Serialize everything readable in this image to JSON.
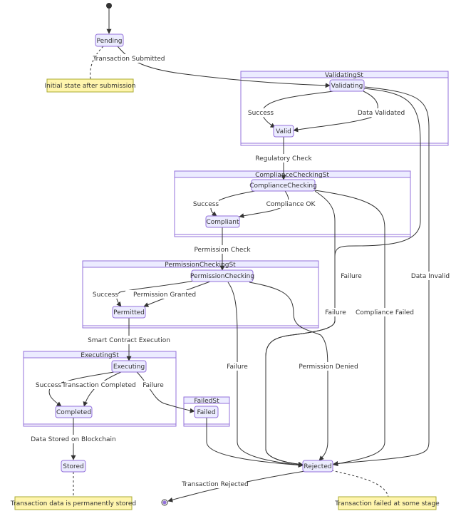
{
  "clusters": {
    "validating": "ValidatingSt",
    "compliance": "ComplianceCheckingSt",
    "permission": "PermissionCheckingSt",
    "executing": "ExecutingSt",
    "failed": "FailedSt"
  },
  "nodes": {
    "pending": "Pending",
    "validating": "Validating",
    "valid": "Valid",
    "compliance_checking": "ComplianceChecking",
    "compliant": "Compliant",
    "permission_checking": "PermissionChecking",
    "permitted": "Permitted",
    "executing": "Executing",
    "completed": "Completed",
    "failed": "Failed",
    "stored": "Stored",
    "rejected": "Rejected"
  },
  "edges": {
    "transaction_submitted": "Transaction Submitted",
    "success_1": "Success",
    "data_validated": "Data Validated",
    "regulatory_check": "Regulatory Check",
    "success_2": "Success",
    "compliance_ok": "Compliance OK",
    "permission_check": "Permission Check",
    "success_3": "Success",
    "permission_granted": "Permission Granted",
    "smart_contract_execution": "Smart Contract Execution",
    "success_4": "Success",
    "transaction_completed": "Transaction Completed",
    "failure_exec": "Failure",
    "data_stored": "Data Stored on Blockchain",
    "failure_1": "Failure",
    "data_invalid": "Data Invalid",
    "failure_2": "Failure",
    "compliance_failed": "Compliance Failed",
    "failure_3": "Failure",
    "permission_denied": "Permission Denied",
    "transaction_rejected": "Transaction Rejected"
  },
  "notes": {
    "initial": "Initial state after submission",
    "stored": "Transaction data is permanently stored",
    "failed": "Transaction failed at some stage"
  },
  "colors": {
    "node_fill": "#ECECFF",
    "node_stroke": "#9370DB",
    "note_fill": "#FFF5AD",
    "note_stroke": "#AAAA33",
    "line": "#333333"
  }
}
